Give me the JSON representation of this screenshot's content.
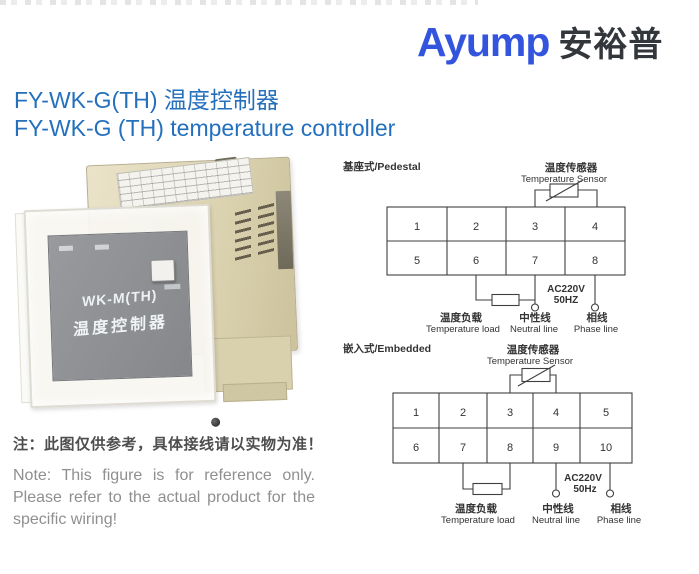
{
  "logo": {
    "latin": "Ayump",
    "cjk": "安裕普"
  },
  "title": {
    "zh": "FY-WK-G(TH) 温度控制器",
    "en": "FY-WK-G (TH) temperature controller"
  },
  "photo": {
    "model": "WK-M(TH)",
    "panel_label": "温度控制器"
  },
  "diagram_pedestal": {
    "section": "基座式/Pedestal",
    "sensor_zh": "温度传感器",
    "sensor_en": "Temperature Sensor",
    "row1": [
      "1",
      "2",
      "3",
      "4"
    ],
    "row2": [
      "5",
      "6",
      "7",
      "8"
    ],
    "power1": "AC220V",
    "power2": "50HZ",
    "load_zh": "温度负载",
    "load_en": "Temperature load",
    "neutral_zh": "中性线",
    "neutral_en": "Neutral line",
    "phase_zh": "相线",
    "phase_en": "Phase line"
  },
  "diagram_embedded": {
    "section": "嵌入式/Embedded",
    "sensor_zh": "温度传感器",
    "sensor_en": "Temperature Sensor",
    "row1": [
      "1",
      "2",
      "3",
      "4",
      "5"
    ],
    "row2": [
      "6",
      "7",
      "8",
      "9",
      "10"
    ],
    "power1": "AC220V",
    "power2": "50Hz",
    "load_zh": "温度负载",
    "load_en": "Temperature load",
    "neutral_zh": "中性线",
    "neutral_en": "Neutral line",
    "phase_zh": "相线",
    "phase_en": "Phase line"
  },
  "note": {
    "zh": "注：此图仅供参考，具体接线请以实物为准！",
    "en1": "Note: This figure is for reference only.",
    "en2": "Please refer to the actual product for the",
    "en3": "specific wiring!"
  },
  "colors": {
    "title_blue": "#2470bd",
    "logo_blue": "#3355dd",
    "diagram_ink": "#3f3f3f",
    "device_beige": "#ddd4b3",
    "panel_gray": "#8f9195"
  }
}
